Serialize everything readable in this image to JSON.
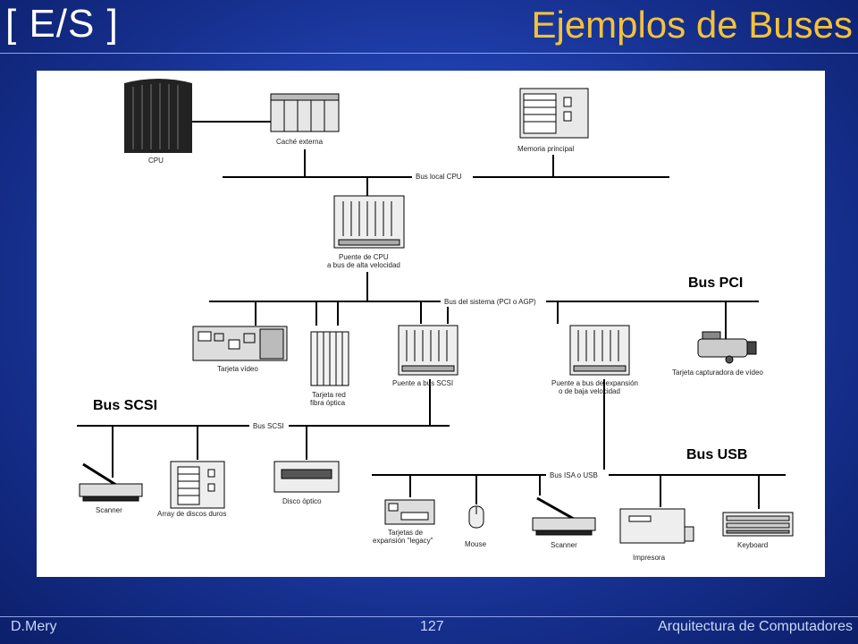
{
  "header": {
    "tag": "[ E/S ]",
    "title": "Ejemplos de Buses"
  },
  "footer": {
    "author": "D.Mery",
    "page": "127",
    "course": "Arquitectura de Computadores"
  },
  "annotations": {
    "bus_pci": "Bus PCI",
    "bus_scsi": "Bus SCSI",
    "bus_usb": "Bus USB"
  },
  "diagram": {
    "cpu": "CPU",
    "cache": "Caché externa",
    "memory": "Memoria principal",
    "bus_local": "Bus local CPU",
    "bridge_high_l1": "Puente de CPU",
    "bridge_high_l2": "a bus de alta velocidad",
    "bus_system": "Bus del sistema (PCI o AGP)",
    "video_card": "Tarjeta vídeo",
    "net_card_l1": "Tarjeta red",
    "net_card_l2": "fibra óptica",
    "bridge_scsi": "Puente a bus SCSI",
    "bridge_low_l1": "Puente a bus de expansión",
    "bridge_low_l2": "o de baja velocidad",
    "video_capture": "Tarjeta capturadora de vídeo",
    "bus_scsi_line": "Bus SCSI",
    "scanner": "Scanner",
    "disk_array": "Array de discos duros",
    "optical_disk": "Disco óptico",
    "bus_isa": "Bus ISA o USB",
    "legacy_l1": "Tarjetas de",
    "legacy_l2": "expansión \"legacy\"",
    "mouse": "Mouse",
    "scanner2": "Scanner",
    "printer": "Impresora",
    "keyboard": "Keyboard"
  }
}
